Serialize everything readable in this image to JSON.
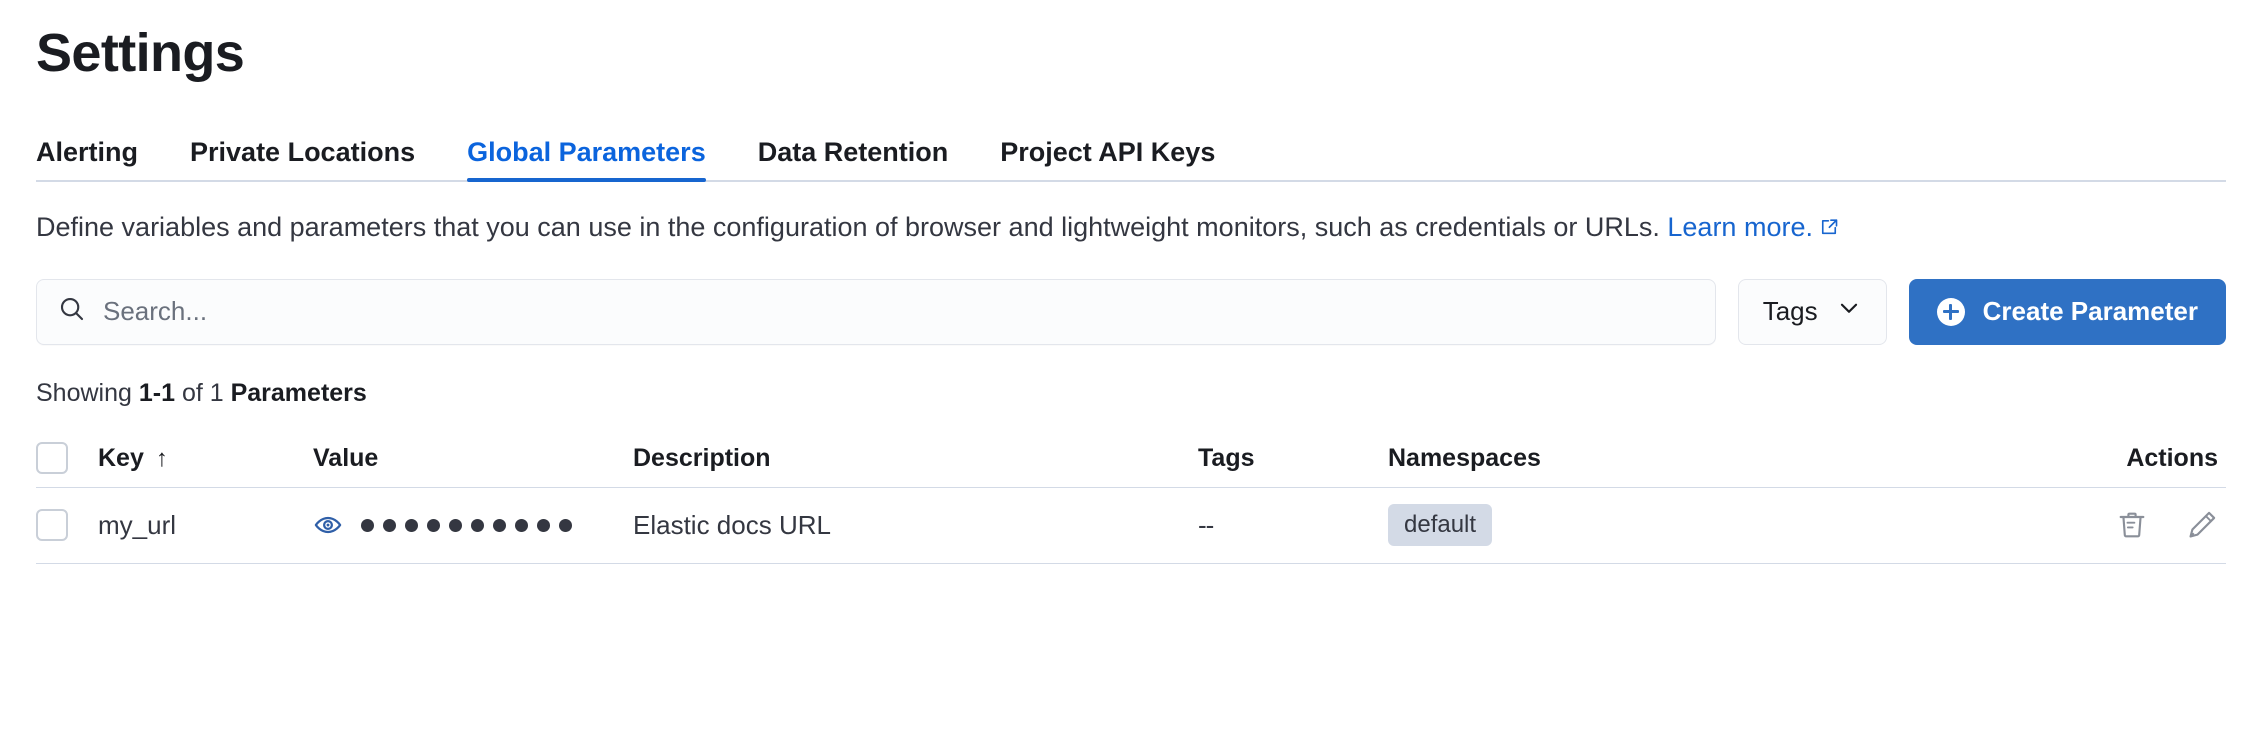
{
  "page": {
    "title": "Settings"
  },
  "tabs": [
    {
      "label": "Alerting",
      "active": false
    },
    {
      "label": "Private Locations",
      "active": false
    },
    {
      "label": "Global Parameters",
      "active": true
    },
    {
      "label": "Data Retention",
      "active": false
    },
    {
      "label": "Project API Keys",
      "active": false
    }
  ],
  "description": {
    "text": "Define variables and parameters that you can use in the configuration of browser and lightweight monitors, such as credentials or URLs.",
    "link_label": "Learn more.",
    "link_icon": "external-link-icon"
  },
  "controls": {
    "search_placeholder": "Search...",
    "search_value": "",
    "search_icon": "search-icon",
    "tags_label": "Tags",
    "tags_caret_icon": "chevron-down-icon",
    "create_label": "Create Parameter",
    "create_icon": "plus-circle-icon",
    "create_color": "#2f71c4"
  },
  "results": {
    "showing_prefix": "Showing ",
    "range": "1-1",
    "middle": " of 1 ",
    "entity": "Parameters"
  },
  "table": {
    "columns": [
      {
        "key": "select",
        "label": ""
      },
      {
        "key": "key",
        "label": "Key",
        "sort": "asc",
        "sort_icon": "arrow-up-icon"
      },
      {
        "key": "value",
        "label": "Value"
      },
      {
        "key": "description",
        "label": "Description"
      },
      {
        "key": "tags",
        "label": "Tags"
      },
      {
        "key": "namespaces",
        "label": "Namespaces"
      },
      {
        "key": "actions",
        "label": "Actions"
      }
    ],
    "rows": [
      {
        "selected": false,
        "key": "my_url",
        "value_masked": true,
        "value_mask_dots": 10,
        "value_toggle_icon": "eye-icon",
        "value_toggle_color": "#2f5fa8",
        "description": "Elastic docs URL",
        "tags": "--",
        "namespaces": [
          "default"
        ],
        "actions": [
          {
            "name": "delete",
            "icon": "trash-icon"
          },
          {
            "name": "edit",
            "icon": "pencil-icon"
          }
        ]
      }
    ]
  },
  "colors": {
    "accent_blue": "#1765cf",
    "tab_active": "#0b64dd",
    "text_primary": "#1a1c21",
    "text_secondary": "#343741",
    "border": "#d3dae6",
    "badge_bg": "#d3dae6"
  }
}
